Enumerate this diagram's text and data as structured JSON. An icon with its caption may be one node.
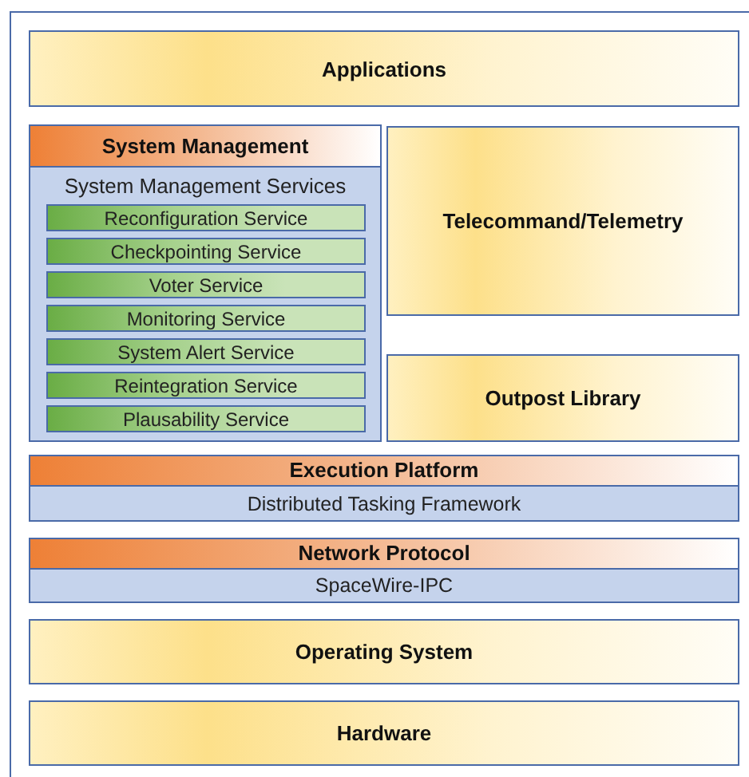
{
  "diagram": {
    "nodes": [
      {
        "text": [
          "Applications"
        ]
      },
      {
        "text": [
          "System Management",
          "System Management Services"
        ]
      },
      {
        "text": [
          "Reconfiguration Service"
        ],
        "in": 1
      },
      {
        "text": [
          "Checkpointing Service"
        ],
        "in": 1
      },
      {
        "text": [
          "Voter Service"
        ],
        "in": 1
      },
      {
        "text": [
          "Monitoring Service"
        ],
        "in": 1
      },
      {
        "text": [
          "System Alert Service"
        ],
        "in": 1
      },
      {
        "text": [
          "Reintegration Service"
        ],
        "in": 1
      },
      {
        "text": [
          "Plausability Service"
        ],
        "in": 1
      },
      {
        "text": [
          "Telecommand/Telemetry"
        ]
      },
      {
        "text": [
          "Outpost Library"
        ]
      },
      {
        "text": [
          "Execution Platform",
          "Distributed Tasking Framework"
        ]
      },
      {
        "text": [
          "Network Protocol",
          "SpaceWire-IPC"
        ]
      },
      {
        "text": [
          "Operating System"
        ]
      },
      {
        "text": [
          "Hardware"
        ]
      }
    ]
  }
}
